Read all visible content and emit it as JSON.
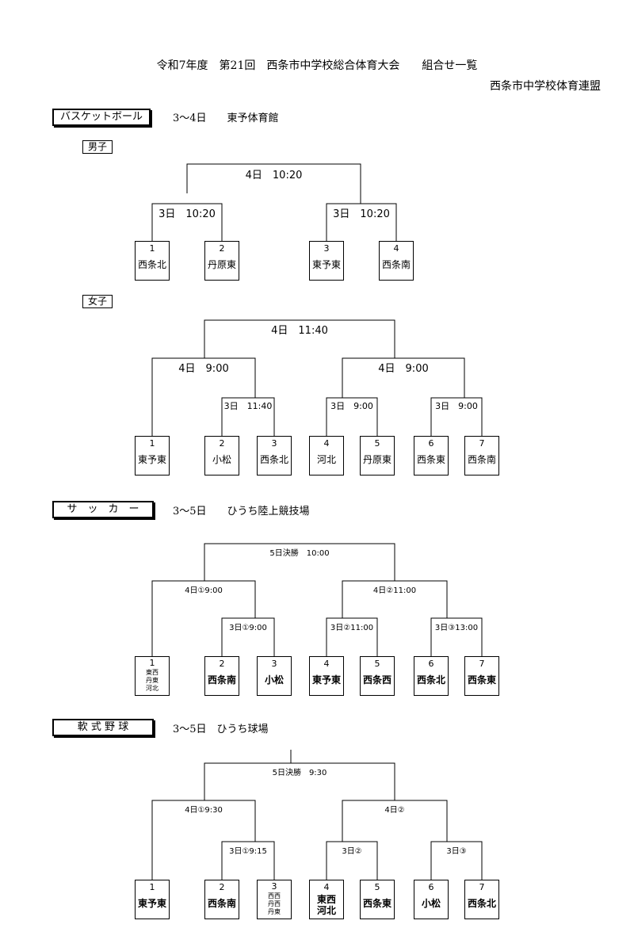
{
  "header": {
    "title": "令和7年度　第21回　西条市中学校総合体育大会　　組合せ一覧",
    "organizer": "西条市中学校体育連盟"
  },
  "basketball": {
    "sport": "バスケットボール",
    "info": "3〜4日　　東予体育館",
    "boys": {
      "label": "男子",
      "final": "4日　10:20",
      "semi1": "3日　10:20",
      "semi2": "3日　10:20",
      "teams": [
        {
          "num": "1",
          "name": "西条北"
        },
        {
          "num": "2",
          "name": "丹原東"
        },
        {
          "num": "3",
          "name": "東予東"
        },
        {
          "num": "4",
          "name": "西条南"
        }
      ]
    },
    "girls": {
      "label": "女子",
      "final": "4日　11:40",
      "semi_left": "4日　9:00",
      "semi_right": "4日　9:00",
      "qf_left": "3日　11:40",
      "qf_right1": "3日　9:00",
      "qf_right2": "3日　9:00",
      "teams": [
        {
          "num": "1",
          "name": "東予東"
        },
        {
          "num": "2",
          "name": "小松"
        },
        {
          "num": "3",
          "name": "西条北"
        },
        {
          "num": "4",
          "name": "河北"
        },
        {
          "num": "5",
          "name": "丹原東"
        },
        {
          "num": "6",
          "name": "西条東"
        },
        {
          "num": "7",
          "name": "西条南"
        }
      ]
    }
  },
  "soccer": {
    "sport": "サ　ッ　カ　ー",
    "info": "3〜5日　　ひうち陸上競技場",
    "final": "5日決勝　10:00",
    "semi_left": "4日①9:00",
    "semi_right": "4日②11:00",
    "qf_left": "3日①9:00",
    "qf_right1": "3日②11:00",
    "qf_right2": "3日③13:00",
    "team1_num": "1",
    "team1_lines": [
      "東西",
      "丹東",
      "河北"
    ],
    "teams": [
      {
        "num": "2",
        "name": "西条南"
      },
      {
        "num": "3",
        "name": "小松"
      },
      {
        "num": "4",
        "name": "東予東"
      },
      {
        "num": "5",
        "name": "西条西"
      },
      {
        "num": "6",
        "name": "西条北"
      },
      {
        "num": "7",
        "name": "西条東"
      }
    ]
  },
  "baseball": {
    "sport": "軟 式 野 球",
    "info": "3〜5日　ひうち球場",
    "final": "5日決勝　9:30",
    "semi_left": "4日①9:30",
    "semi_right": "4日②",
    "qf_left": "3日①9:15",
    "qf_right1": "3日②",
    "qf_right2": "3日③",
    "teams": [
      {
        "num": "1",
        "name": "東予東"
      },
      {
        "num": "2",
        "name": "西条南"
      },
      {
        "num": "4",
        "name": "東西河北"
      },
      {
        "num": "5",
        "name": "西条東"
      },
      {
        "num": "6",
        "name": "小松"
      },
      {
        "num": "7",
        "name": "西条北"
      }
    ],
    "team3_num": "3",
    "team3_lines": [
      "西西",
      "丹西",
      "丹東"
    ]
  }
}
